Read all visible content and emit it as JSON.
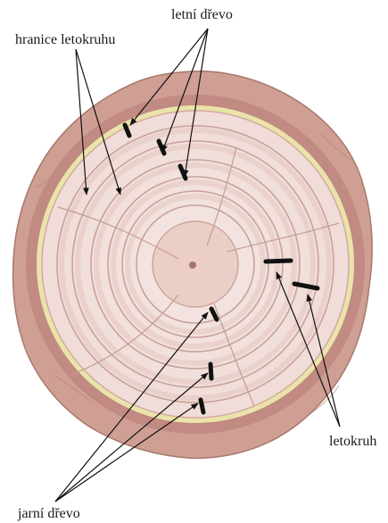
{
  "labels": {
    "summer_wood": "letní dřevo",
    "ring_boundary": "hranice letokruhu",
    "annual_ring": "letokruh",
    "spring_wood": "jarní dřevo"
  },
  "colors": {
    "bark": "#c9988c",
    "bark_edge": "#a8786c",
    "cambium_dark": "#b8807a",
    "sapwood_yellow": "#e9e2a8",
    "wood_fill": "#f3e2e0",
    "ring_line": "#c7a299",
    "pith": "#e7c8bf",
    "marker": "#111111",
    "pointer": "#111111"
  }
}
